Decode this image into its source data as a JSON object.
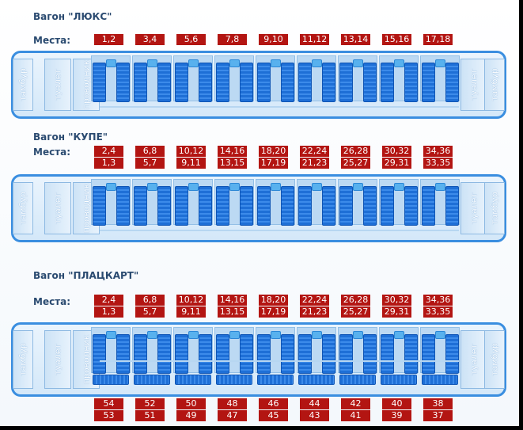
{
  "labels": {
    "mesta": "Места:",
    "tambur": "тамбур",
    "tualet": "туалет",
    "provodnik": "проводник"
  },
  "wagons": [
    {
      "title": "Вагон \"ЛЮКС\"",
      "top_seats": [
        "1,2",
        "3,4",
        "5,6",
        "7,8",
        "9,10",
        "11,12",
        "13,14",
        "15,16",
        "17,18"
      ],
      "bottom_seats": [],
      "side_upper": [],
      "side_lower": []
    },
    {
      "title": "Вагон \"КУПЕ\"",
      "top_seats": [
        "2,4",
        "6,8",
        "10,12",
        "14,16",
        "18,20",
        "22,24",
        "26,28",
        "30,32",
        "34,36"
      ],
      "bottom_seats": [
        "1,3",
        "5,7",
        "9,11",
        "13,15",
        "17,19",
        "21,23",
        "25,27",
        "29,31",
        "33,35"
      ],
      "side_upper": [],
      "side_lower": []
    },
    {
      "title": "Вагон \"ПЛАЦКАРТ\"",
      "top_seats": [
        "2,4",
        "6,8",
        "10,12",
        "14,16",
        "18,20",
        "22,24",
        "26,28",
        "30,32",
        "34,36"
      ],
      "bottom_seats": [
        "1,3",
        "5,7",
        "9,11",
        "13,15",
        "17,19",
        "21,23",
        "25,27",
        "29,31",
        "33,35"
      ],
      "side_upper": [
        "54",
        "52",
        "50",
        "48",
        "46",
        "44",
        "42",
        "40",
        "38"
      ],
      "side_lower": [
        "53",
        "51",
        "49",
        "47",
        "45",
        "43",
        "41",
        "39",
        "37"
      ]
    }
  ],
  "colors": {
    "seat_badge": "#b31512",
    "car_outline": "#3a8ee0",
    "berth": "#1e6fd6",
    "title_text": "#2a4a70"
  }
}
